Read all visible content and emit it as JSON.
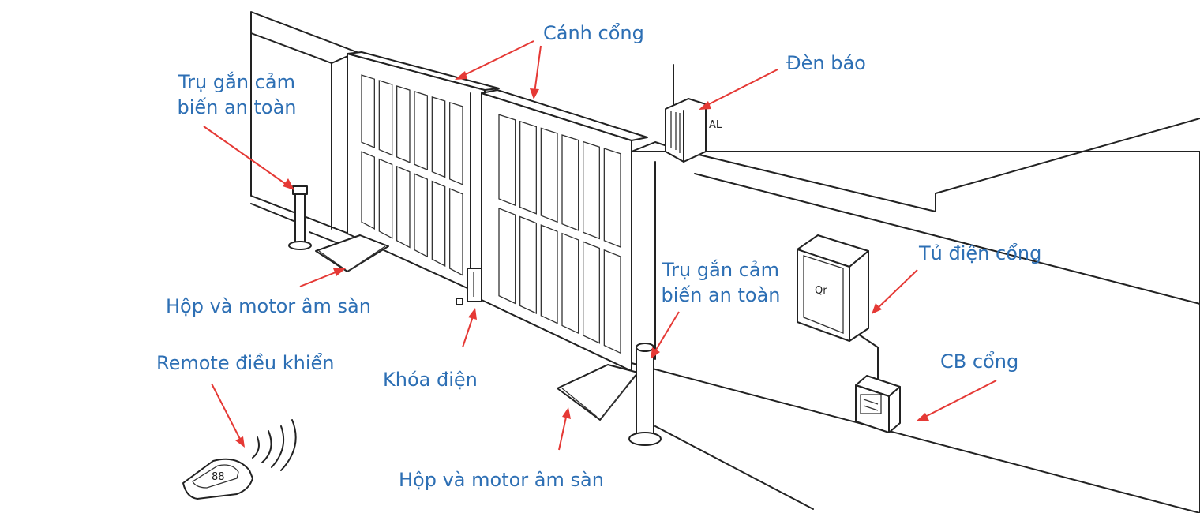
{
  "labels": {
    "gate_leaf": "Cánh cổng",
    "warning_light": "Đèn báo",
    "sensor_post_left_line1": "Trụ gắn cảm",
    "sensor_post_left_line2": "biến an toàn",
    "sensor_post_right_line1": "Trụ gắn cảm",
    "sensor_post_right_line2": "biến an toàn",
    "gate_control_cabinet": "Tủ điện cổng",
    "motor_box_left": "Hộp và motor âm sàn",
    "motor_box_right": "Hộp và motor âm sàn",
    "electric_lock": "Khóa điện",
    "remote_control": "Remote điều khiển",
    "gate_cb": "CB cổng"
  },
  "device_marks": {
    "warning_light_tag": "AL",
    "cabinet_tag": "Qr"
  },
  "colors": {
    "label_text": "#2d6fb4",
    "arrow": "#e53935",
    "line_art": "#222222",
    "background": "#ffffff"
  }
}
